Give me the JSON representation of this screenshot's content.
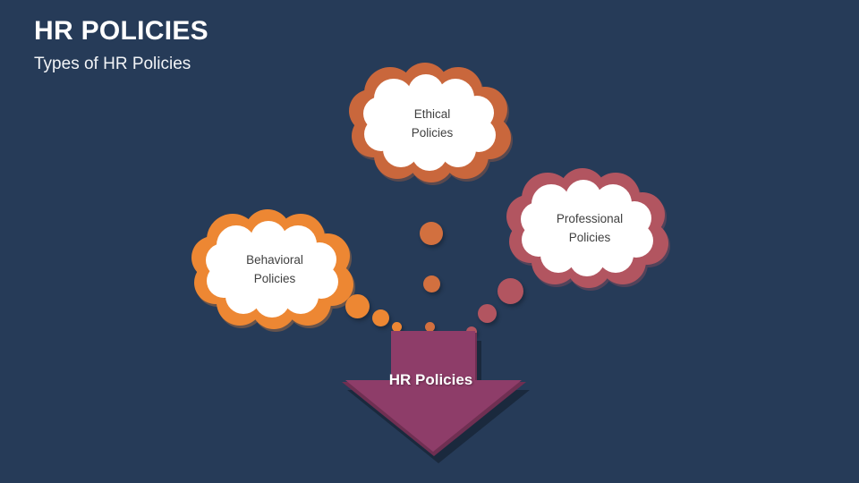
{
  "slide": {
    "title": "HR POLICIES",
    "subtitle": "Types of HR Policies",
    "background_color": "#263B58"
  },
  "bubbles": [
    {
      "id": "ethical",
      "line1": "Ethical",
      "line2": "Policies",
      "color": "#C9673C",
      "inner_color": "#FFFFFF"
    },
    {
      "id": "behavioral",
      "line1": "Behavioral",
      "line2": "Policies",
      "color": "#ED8733",
      "inner_color": "#FFFFFF"
    },
    {
      "id": "professional",
      "line1": "Professional",
      "line2": "Policies",
      "color": "#B25560",
      "inner_color": "#FFFFFF"
    }
  ],
  "arrow": {
    "label": "HR Policies",
    "fill_color": "#8E3D69",
    "bevel_color": "#7A3359",
    "text_color": "#FFFFFF"
  },
  "trails": {
    "center_color": "#D2703F",
    "left_color": "#ED8733",
    "right_color": "#B25560"
  }
}
